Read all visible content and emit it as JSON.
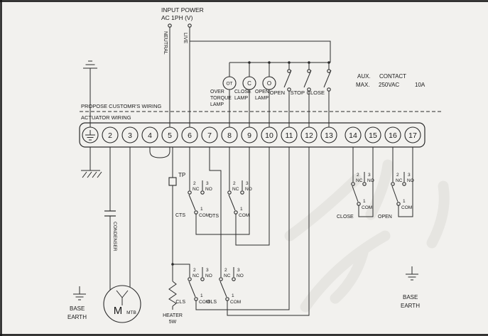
{
  "power": {
    "line1": "INPUT POWER",
    "line2": "AC 1PH (V)",
    "neutral": "NEUTRAL",
    "live": "LIVE"
  },
  "notes": {
    "customer": "PROPOSE  CUSTOMR'S  WIRING",
    "actuator": "ACTUATOR  WIRING"
  },
  "terminals": [
    "2",
    "3",
    "4",
    "5",
    "6",
    "7",
    "8",
    "9",
    "10",
    "11",
    "12",
    "13",
    "14",
    "15",
    "16",
    "17"
  ],
  "lamps": {
    "ot": {
      "symbol": "OT",
      "label": [
        "OVER",
        "TORQUE",
        "LAMP"
      ]
    },
    "close_lamp": {
      "symbol": "C",
      "label": [
        "CLOSE",
        "LAMP"
      ]
    },
    "open_lamp": {
      "symbol": "O",
      "label": [
        "OPEN",
        "LAMP"
      ]
    }
  },
  "buttons": {
    "open": "OPEN",
    "stop": "STOP",
    "close": "CLOSE"
  },
  "aux": {
    "line1a": "AUX.",
    "line1b": "CONTACT",
    "line2a": "MAX.",
    "line2b": "250VAC",
    "line2c": "10A",
    "close": "CLOSE",
    "open": "OPEN"
  },
  "pins": {
    "n2": "2",
    "nc": "NC",
    "n3": "3",
    "no": "NO",
    "n1": "1",
    "com": "COM"
  },
  "switches": {
    "cts": "CTS",
    "ots": "OTS",
    "cls": "CLS",
    "ols": "OLS"
  },
  "components": {
    "tp": "TP",
    "condenser": "CONDENSER",
    "motor": "M",
    "mtb": "MTB",
    "heater": "HEATER",
    "heater_w": "5W"
  },
  "earth": {
    "base": "BASE",
    "earth": "EARTH"
  }
}
